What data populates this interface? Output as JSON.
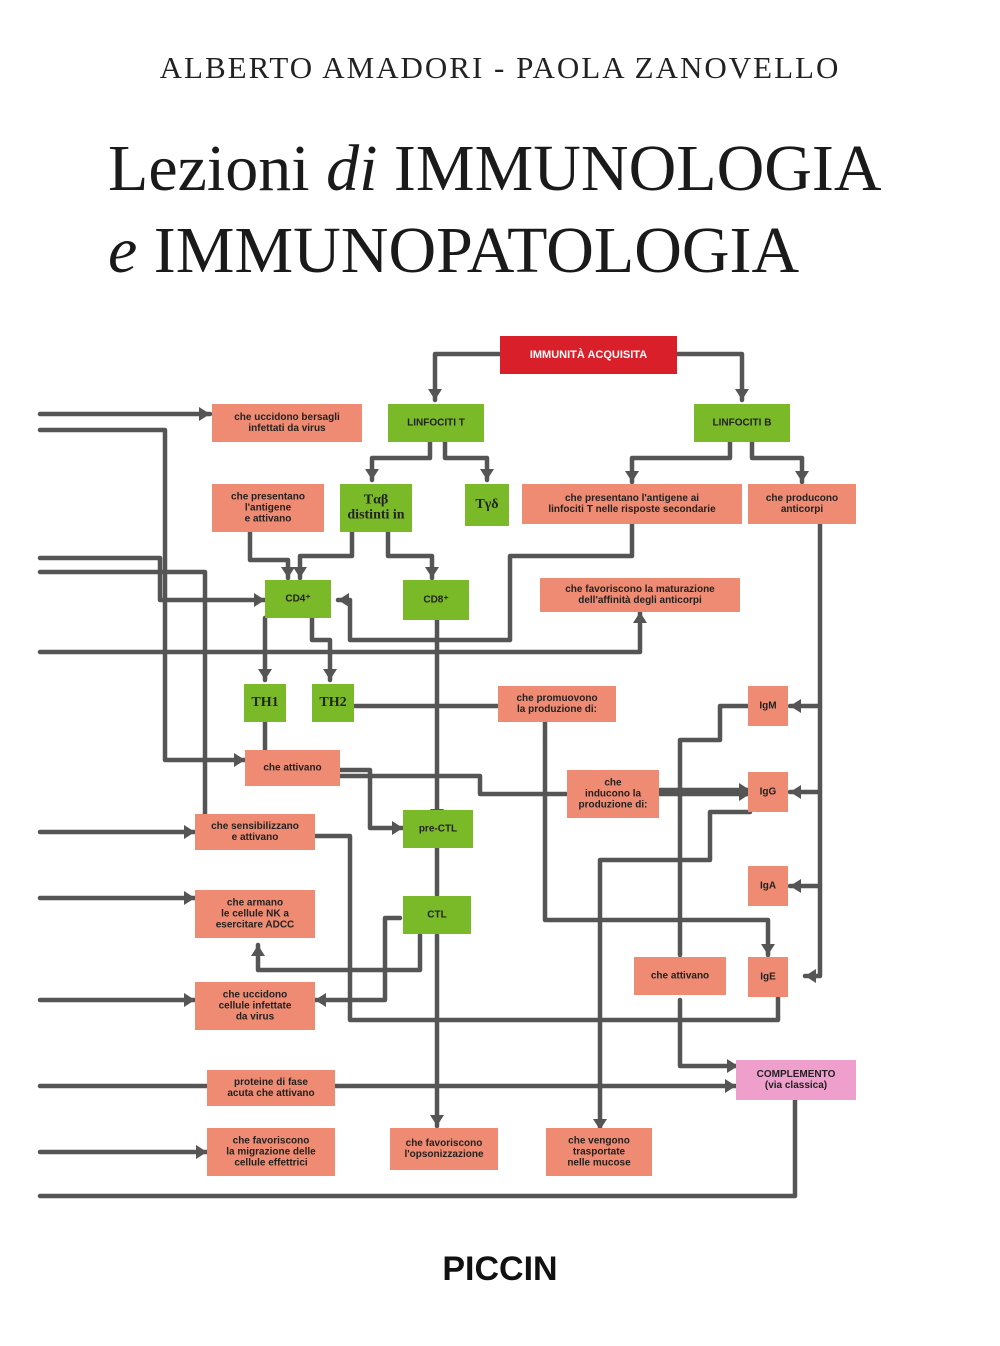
{
  "authors": "ALBERTO AMADORI - PAOLA ZANOVELLO",
  "title": {
    "line1_a": "Lezioni ",
    "line1_italic": "di",
    "line1_b": " IMMUNOLOGIA",
    "line2_italic": "e",
    "line2_b": " IMMUNOPATOLOGIA"
  },
  "publisher": "PICCIN",
  "colors": {
    "root": "#d9202a",
    "cell": "#7ab928",
    "action": "#ee8b72",
    "complement": "#ee9fcb",
    "wire": "#555555"
  },
  "diagram": {
    "root": "IMMUNITÀ ACQUISITA",
    "linfociti_t": "LINFOCITI T",
    "linfociti_b": "LINFOCITI B",
    "tab": [
      "Tαβ",
      "distinti in"
    ],
    "tgd": "Tγδ",
    "cd4": "CD4⁺",
    "cd8": "CD8⁺",
    "th1": "TH1",
    "th2": "TH2",
    "pre_ctl": "pre-CTL",
    "ctl": "CTL",
    "igm": "IgM",
    "igg": "IgG",
    "iga": "IgA",
    "ige": "IgE",
    "uccidono_bersagli": [
      "che uccidono bersagli",
      "infettati da virus"
    ],
    "presentano_antigene": [
      "che presentano",
      "l'antigene",
      "e attivano"
    ],
    "presentano_b": [
      "che presentano l'antigene ai",
      "linfociti T nelle risposte secondarie"
    ],
    "producono_anticorpi": [
      "che producono",
      "anticorpi"
    ],
    "maturazione": [
      "che favoriscono la maturazione",
      "dell'affinità degli anticorpi"
    ],
    "promuovono": [
      "che promuovono",
      "la produzione di:"
    ],
    "attivano_1": [
      "che attivano"
    ],
    "inducono": [
      "che",
      "inducono la",
      "produzione di:"
    ],
    "sensibilizzano": [
      "che sensibilizzano",
      "e attivano"
    ],
    "armano": [
      "che armano",
      "le cellule NK a",
      "esercitare ADCC"
    ],
    "attivano_2": [
      "che attivano"
    ],
    "uccidono_cellule": [
      "che uccidono",
      "cellule infettate",
      "da virus"
    ],
    "complemento": [
      "COMPLEMENTO",
      "(via classica)"
    ],
    "proteine_fase": [
      "proteine di fase",
      "acuta che attivano"
    ],
    "migrazione": [
      "che favoriscono",
      "la migrazione delle",
      "cellule effettrici"
    ],
    "opsonizzazione": [
      "che favoriscono",
      "l'opsonizzazione"
    ],
    "trasportate": [
      "che vengono",
      "trasportate",
      "nelle mucose"
    ]
  }
}
